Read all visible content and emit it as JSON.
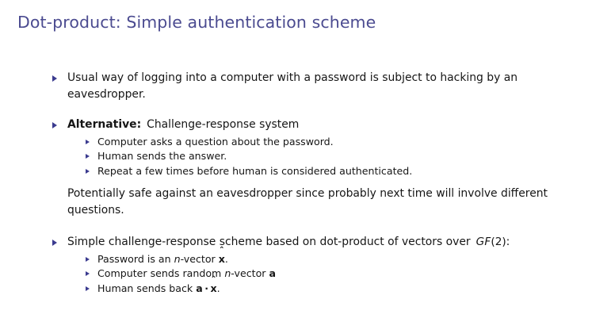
{
  "slide": {
    "title": "Dot-product: Simple authentication scheme",
    "title_color": "#4b4b90",
    "bullet_color": "#3b3b8f",
    "text_color": "#161616",
    "background": "#ffffff"
  },
  "content": {
    "bullet1": {
      "text": "Usual way of logging into a computer with a password is subject to hacking by an eavesdropper."
    },
    "bullet2": {
      "label": "Alternative:",
      "text": "Challenge-response system",
      "subitems": [
        "Computer asks a question about the password.",
        "Human sends the answer.",
        "Repeat a few times before human is considered authenticated."
      ],
      "note": "Potentially safe against an eavesdropper since probably next time will involve different questions."
    },
    "bullet3": {
      "text_before": "Simple challenge-response scheme based on dot-product of vectors over",
      "math_gf": "GF",
      "math_gf_arg": "(2)",
      "text_after": ":",
      "subitems": [
        {
          "parts": [
            "Password is an ",
            "n",
            "-vector ",
            "x",
            "."
          ],
          "plain": "Password is an n-vector x̂."
        },
        {
          "parts": [
            "Computer sends random ",
            "n",
            "-vector ",
            "a"
          ],
          "plain": "Computer sends random n-vector a"
        },
        {
          "parts": [
            "Human sends back ",
            "a",
            "·",
            "x",
            "."
          ],
          "plain": "Human sends back a · x̂."
        }
      ]
    }
  },
  "symbols": {
    "bullet_marker": "triangle-right",
    "hat": "ˆ",
    "dot_operator": "·",
    "vector_x": "x",
    "vector_a": "a",
    "var_n": "n"
  }
}
